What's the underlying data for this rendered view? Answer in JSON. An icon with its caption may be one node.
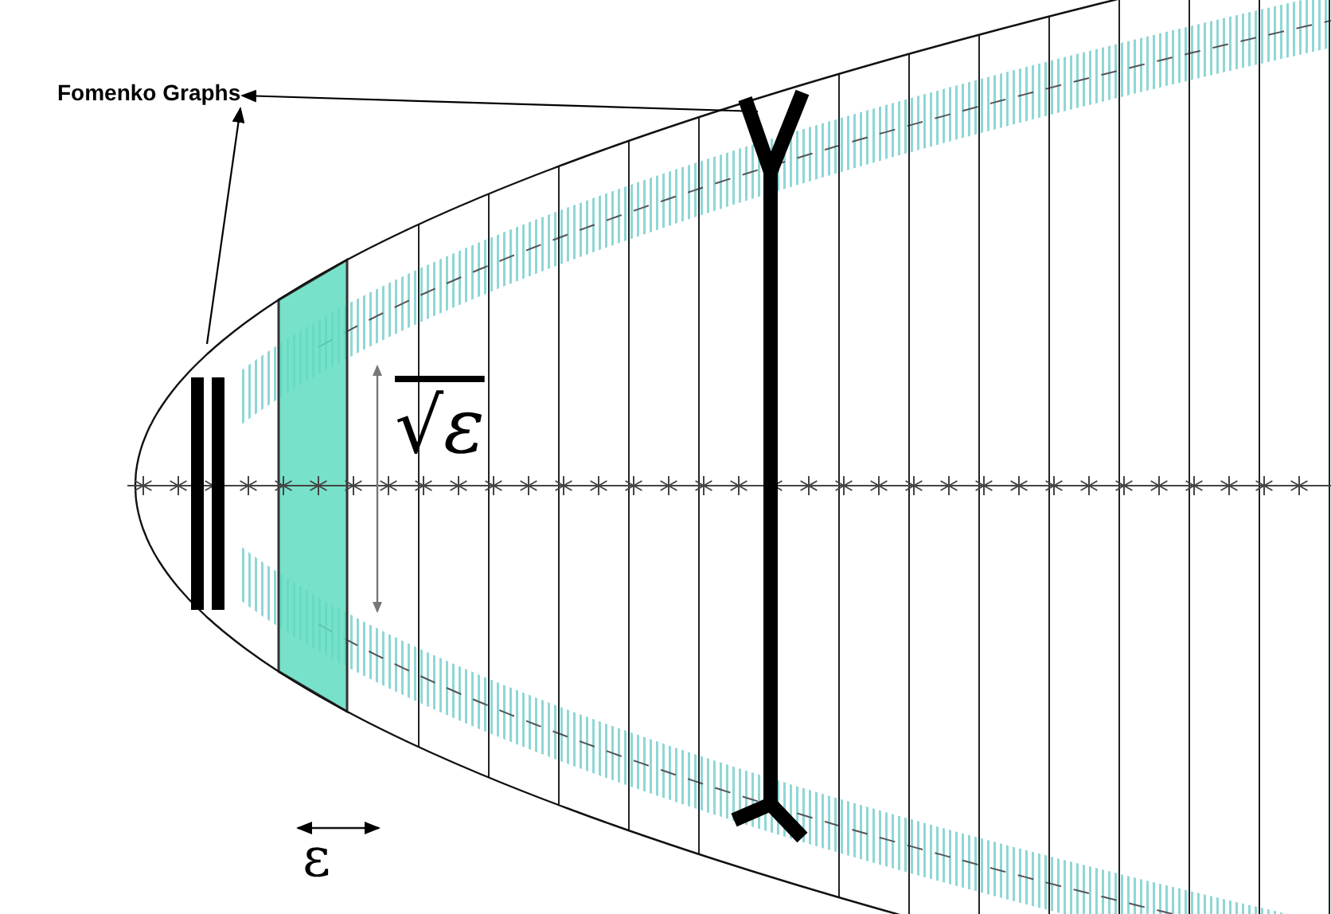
{
  "diagram": {
    "nodes": [
      {
        "text": [
          "Fomenko Graphs"
        ]
      },
      {
        "text": [],
        "shape": "bar"
      },
      {
        "text": [],
        "shape": "picture"
      }
    ],
    "edges": [
      {
        "from": 1,
        "to": 0,
        "arrow": "to"
      },
      {
        "from": 2,
        "to": 0,
        "arrow": "to"
      }
    ],
    "labels": [
      "√ε",
      "ε"
    ]
  }
}
